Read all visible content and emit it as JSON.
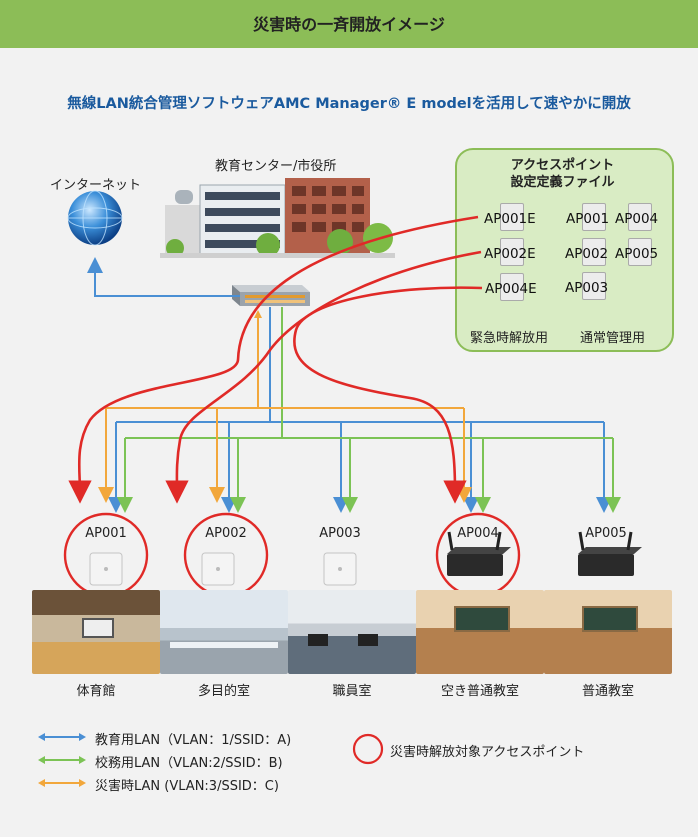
{
  "title": "災害時の一斉開放イメージ",
  "subtitle": "無線LAN統合管理ソフトウェアAMC Manager® E modelを活用して速やかに開放",
  "internet_label": "インターネット",
  "center_label": "教育センター/市役所",
  "config": {
    "title_line1": "アクセスポイント",
    "title_line2": "設定定義ファイル",
    "emergency_files": [
      "AP001E",
      "AP002E",
      "AP004E"
    ],
    "normal_files": [
      "AP001",
      "AP004",
      "AP002",
      "AP005",
      "AP003"
    ],
    "emergency_caption": "緊急時解放用",
    "normal_caption": "通常管理用"
  },
  "access_points": [
    {
      "name": "AP001",
      "type": "ceiling",
      "room": "体育館",
      "highlighted": true
    },
    {
      "name": "AP002",
      "type": "ceiling",
      "room": "多目的室",
      "highlighted": true
    },
    {
      "name": "AP003",
      "type": "ceiling",
      "room": "職員室",
      "highlighted": false
    },
    {
      "name": "AP004",
      "type": "box",
      "room": "空き普通教室",
      "highlighted": true
    },
    {
      "name": "AP005",
      "type": "box",
      "room": "普通教室",
      "highlighted": false
    }
  ],
  "legend": {
    "edu_lan": "教育用LAN（VLAN：1/SSID：A)",
    "admin_lan": "校務用LAN（VLAN:2/SSID：B)",
    "disaster_lan": "災害時LAN (VLAN:3/SSID：C)",
    "highlight_note": "災害時解放対象アクセスポイント"
  },
  "colors": {
    "title_bar": "#8cbd57",
    "edu_lan": "#4a8fd4",
    "admin_lan": "#7cc355",
    "disaster_lan": "#f2a73b",
    "emergency": "#e02a27",
    "subtitle": "#1a5a9e"
  }
}
